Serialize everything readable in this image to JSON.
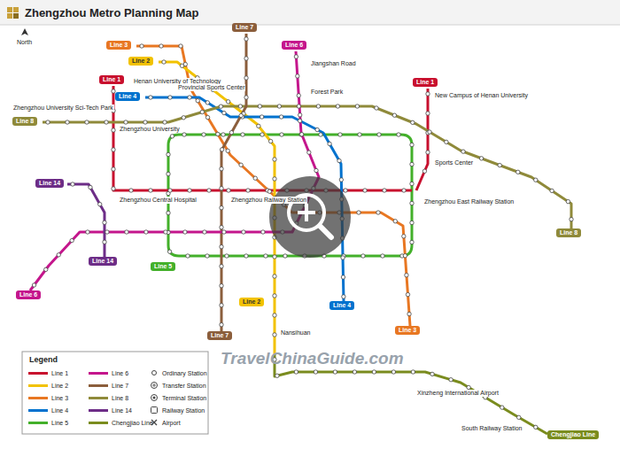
{
  "diagram": {
    "title": "Zhengzhou Metro Planning Map",
    "nodes": [
      {
        "text": [
          "Line 3"
        ]
      },
      {
        "text": [
          "Line 2"
        ]
      },
      {
        "text": [
          "Line 1"
        ]
      },
      {
        "text": [
          "Line 4"
        ]
      },
      {
        "text": [
          "Line 8"
        ]
      },
      {
        "text": [
          "Line 7"
        ]
      },
      {
        "text": [
          "Line 6"
        ]
      },
      {
        "text": [
          "Line 1"
        ]
      },
      {
        "text": [
          "Line 14"
        ]
      },
      {
        "text": [
          "Line 14"
        ]
      },
      {
        "text": [
          "Line 6"
        ]
      },
      {
        "text": [
          "Line 5"
        ]
      },
      {
        "text": [
          "Line 2"
        ]
      },
      {
        "text": [
          "Line 7"
        ]
      },
      {
        "text": [
          "Line 4"
        ]
      },
      {
        "text": [
          "Line 3"
        ]
      },
      {
        "text": [
          "Line 8"
        ]
      },
      {
        "text": [
          "Chengjiao Line"
        ]
      }
    ],
    "labels": [
      "North",
      "Henan University of Technology",
      "Zhengzhou University Sci-Tech Park",
      "Zhengzhou University",
      "Provincial Sports Center",
      "Jiangshan Road",
      "Forest Park",
      "Zhengzhou Central Hospital",
      "Zhengzhou Railway Station",
      "Sports Center",
      "New Campus of Henan University",
      "Zhengzhou East Railway Station",
      "Nansihuan",
      "Xinzheng International Airport",
      "South Railway Station",
      "TravelChinaGuide.com",
      "Legend"
    ],
    "legend": [
      {
        "text": "Line 1",
        "color": "#c8102e"
      },
      {
        "text": "Line 2",
        "color": "#f2c200"
      },
      {
        "text": "Line 3",
        "color": "#e87722"
      },
      {
        "text": "Line 4",
        "color": "#0072ce"
      },
      {
        "text": "Line 5",
        "color": "#43b02a"
      },
      {
        "text": "Line 6",
        "color": "#c4168c"
      },
      {
        "text": "Line 7",
        "color": "#8b5e3c"
      },
      {
        "text": "Line 8",
        "color": "#8f8a3a"
      },
      {
        "text": "Line 14",
        "color": "#6d2d87"
      },
      {
        "text": "Chengjiao Line",
        "color": "#7a8c1e"
      },
      {
        "text": "Ordinary Station"
      },
      {
        "text": "Transfer Station"
      },
      {
        "text": "Terminal Station"
      },
      {
        "text": "Railway Station"
      },
      {
        "text": "Airport"
      }
    ]
  }
}
